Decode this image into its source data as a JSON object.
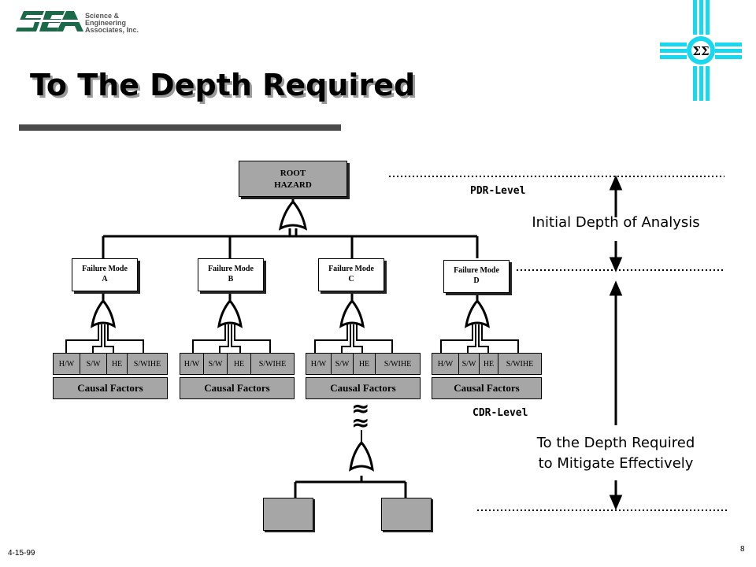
{
  "header": {
    "company_name": [
      "Science &",
      "Engineering",
      "Associates, Inc."
    ],
    "logo_wordmark": "SEA",
    "emblem": "ΣΣ"
  },
  "title": "To The Depth Required",
  "tree": {
    "root": [
      "ROOT",
      "HAZARD"
    ],
    "failure_modes": [
      {
        "line1": "Failure Mode",
        "line2": "A"
      },
      {
        "line1": "Failure Mode",
        "line2": "B"
      },
      {
        "line1": "Failure Mode",
        "line2": "C"
      },
      {
        "line1": "Failure Mode",
        "line2": "D"
      }
    ],
    "causal_cells": [
      "H/W",
      "S/W",
      "HE",
      "S/WIHE"
    ],
    "causal_label": "Causal Factors",
    "continuation": "≈"
  },
  "levels": {
    "pdr": "PDR-Level",
    "cdr": "CDR-Level"
  },
  "notes": {
    "initial": "Initial Depth of Analysis",
    "required_line1": "To the Depth Required",
    "required_line2": "to Mitigate Effectively"
  },
  "footer": {
    "date": "4-15-99",
    "page": "8"
  },
  "colors": {
    "node_fill": "#a6a6a6",
    "emblem": "#18d8f0",
    "logo": "#1a6a4a"
  }
}
